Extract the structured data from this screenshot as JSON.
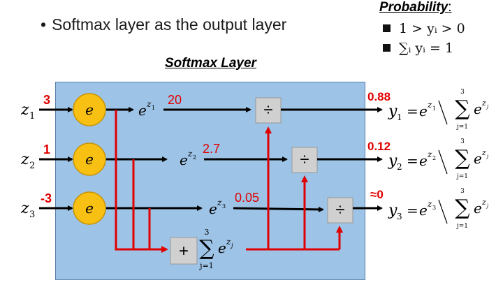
{
  "header": {
    "bullet_symbol": "•",
    "bullet_text": "Softmax layer as the output layer"
  },
  "probability": {
    "title": "Probability",
    "colon": ":",
    "items": [
      "1 > yᵢ > 0",
      "∑ᵢ yᵢ = 1"
    ]
  },
  "layer_title": "Softmax Layer",
  "inputs": [
    {
      "var": "z",
      "sub": "1",
      "value": "3"
    },
    {
      "var": "z",
      "sub": "2",
      "value": "1"
    },
    {
      "var": "z",
      "sub": "3",
      "value": "-3"
    }
  ],
  "exp_symbol": "e",
  "exp_labels": [
    {
      "base": "e",
      "sup": "z",
      "subsup": "1"
    },
    {
      "base": "e",
      "sup": "z",
      "subsup": "2"
    },
    {
      "base": "e",
      "sup": "z",
      "subsup": "3"
    }
  ],
  "exp_values": [
    "20",
    "2.7",
    "0.05"
  ],
  "divide_symbol": "÷",
  "plus_symbol": "+",
  "sum_symbol": "∑",
  "sum_upper": "3",
  "sum_lower": "j=1",
  "sum_term": {
    "base": "e",
    "sup": "z",
    "subsup": "j"
  },
  "outputs": [
    {
      "prob": "0.88",
      "y": "y",
      "sub": "1",
      "eq": "=",
      "num_sup_sub": "1"
    },
    {
      "prob": "0.12",
      "y": "y",
      "sub": "2",
      "eq": "=",
      "num_sup_sub": "2"
    },
    {
      "prob": "≈0",
      "y": "y",
      "sub": "3",
      "eq": "=",
      "num_sup_sub": "3"
    }
  ],
  "colors": {
    "panel_fill": "#9dc3e6",
    "node_fill": "#f9c014",
    "red": "#e00000",
    "op_box": "#d0d0d0"
  }
}
